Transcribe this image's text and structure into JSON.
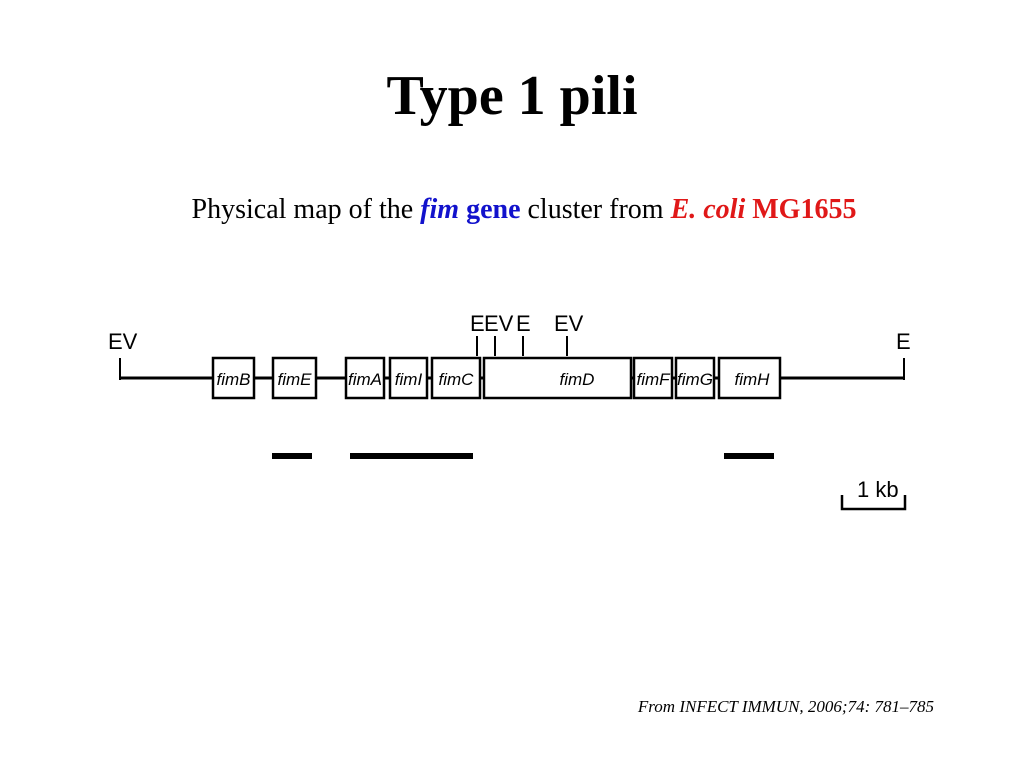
{
  "title": "Type 1 pili",
  "subtitle": {
    "prefix": "Physical map of the",
    "fim": "fim",
    "gene": "gene",
    "middle": "cluster from",
    "species": "E. coli",
    "strain": "MG1655"
  },
  "genes": [
    "fimB",
    "fimE",
    "fimA",
    "fimI",
    "fimC",
    "fimD",
    "fimF",
    "fimG",
    "fimH"
  ],
  "restriction_sites": [
    "EV",
    "E",
    "EV",
    "E",
    "EV",
    "E"
  ],
  "scale_bar": "1 kb",
  "citation": "From INFECT IMMUN, 2006;74: 781–785",
  "colors": {
    "blue": "#1212cc",
    "red": "#e01818"
  }
}
